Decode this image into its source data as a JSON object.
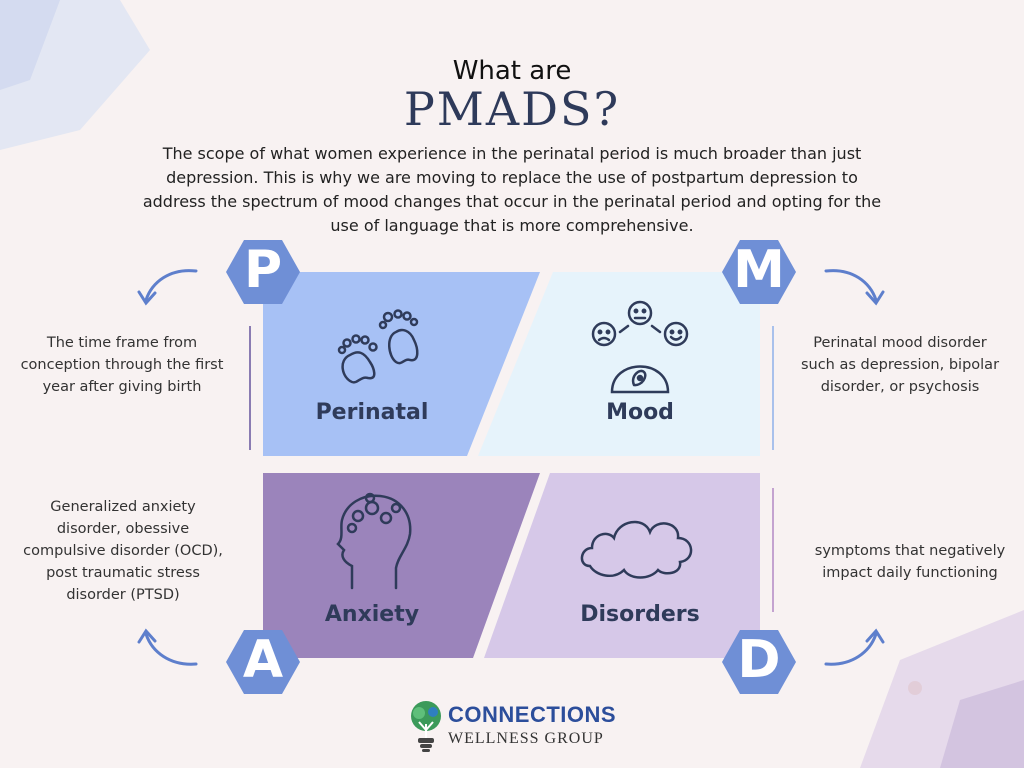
{
  "title": {
    "line1": "What are",
    "line2": "PMADS?"
  },
  "intro": "The scope of what women experience in the perinatal period is much broader than just depression. This is why we are moving to replace the use of postpartum depression to address the spectrum of mood changes that occur in the perinatal period and opting for the use of language that is more comprehensive.",
  "quadrants": [
    {
      "letter": "P",
      "label": "Perinatal",
      "description": "The time frame from conception through the first year after giving birth",
      "icon": "feet-icon",
      "color": "#a7c1f5"
    },
    {
      "letter": "M",
      "label": "Mood",
      "description": "Perinatal mood disorder such as depression, bipolar disorder, or psychosis",
      "icon": "mood-meter-icon",
      "color": "#e6f3fb"
    },
    {
      "letter": "A",
      "label": "Anxiety",
      "description": "Generalized anxiety disorder, obessive compulsive disorder (OCD), post traumatic stress disorder (PTSD)",
      "icon": "anxious-head-icon",
      "color": "#9b84bb"
    },
    {
      "letter": "D",
      "label": "Disorders",
      "description": "symptoms that negatively impact daily functioning",
      "icon": "cloud-icon",
      "color": "#d6c8e8"
    }
  ],
  "logo": {
    "name": "CONNECTIONS",
    "subtitle": "WELLNESS GROUP"
  },
  "colors": {
    "background": "#f8f2f2",
    "hexagon": "#6f8fd6",
    "title": "#2e3a5a",
    "logo_blue": "#2c4e9b"
  }
}
